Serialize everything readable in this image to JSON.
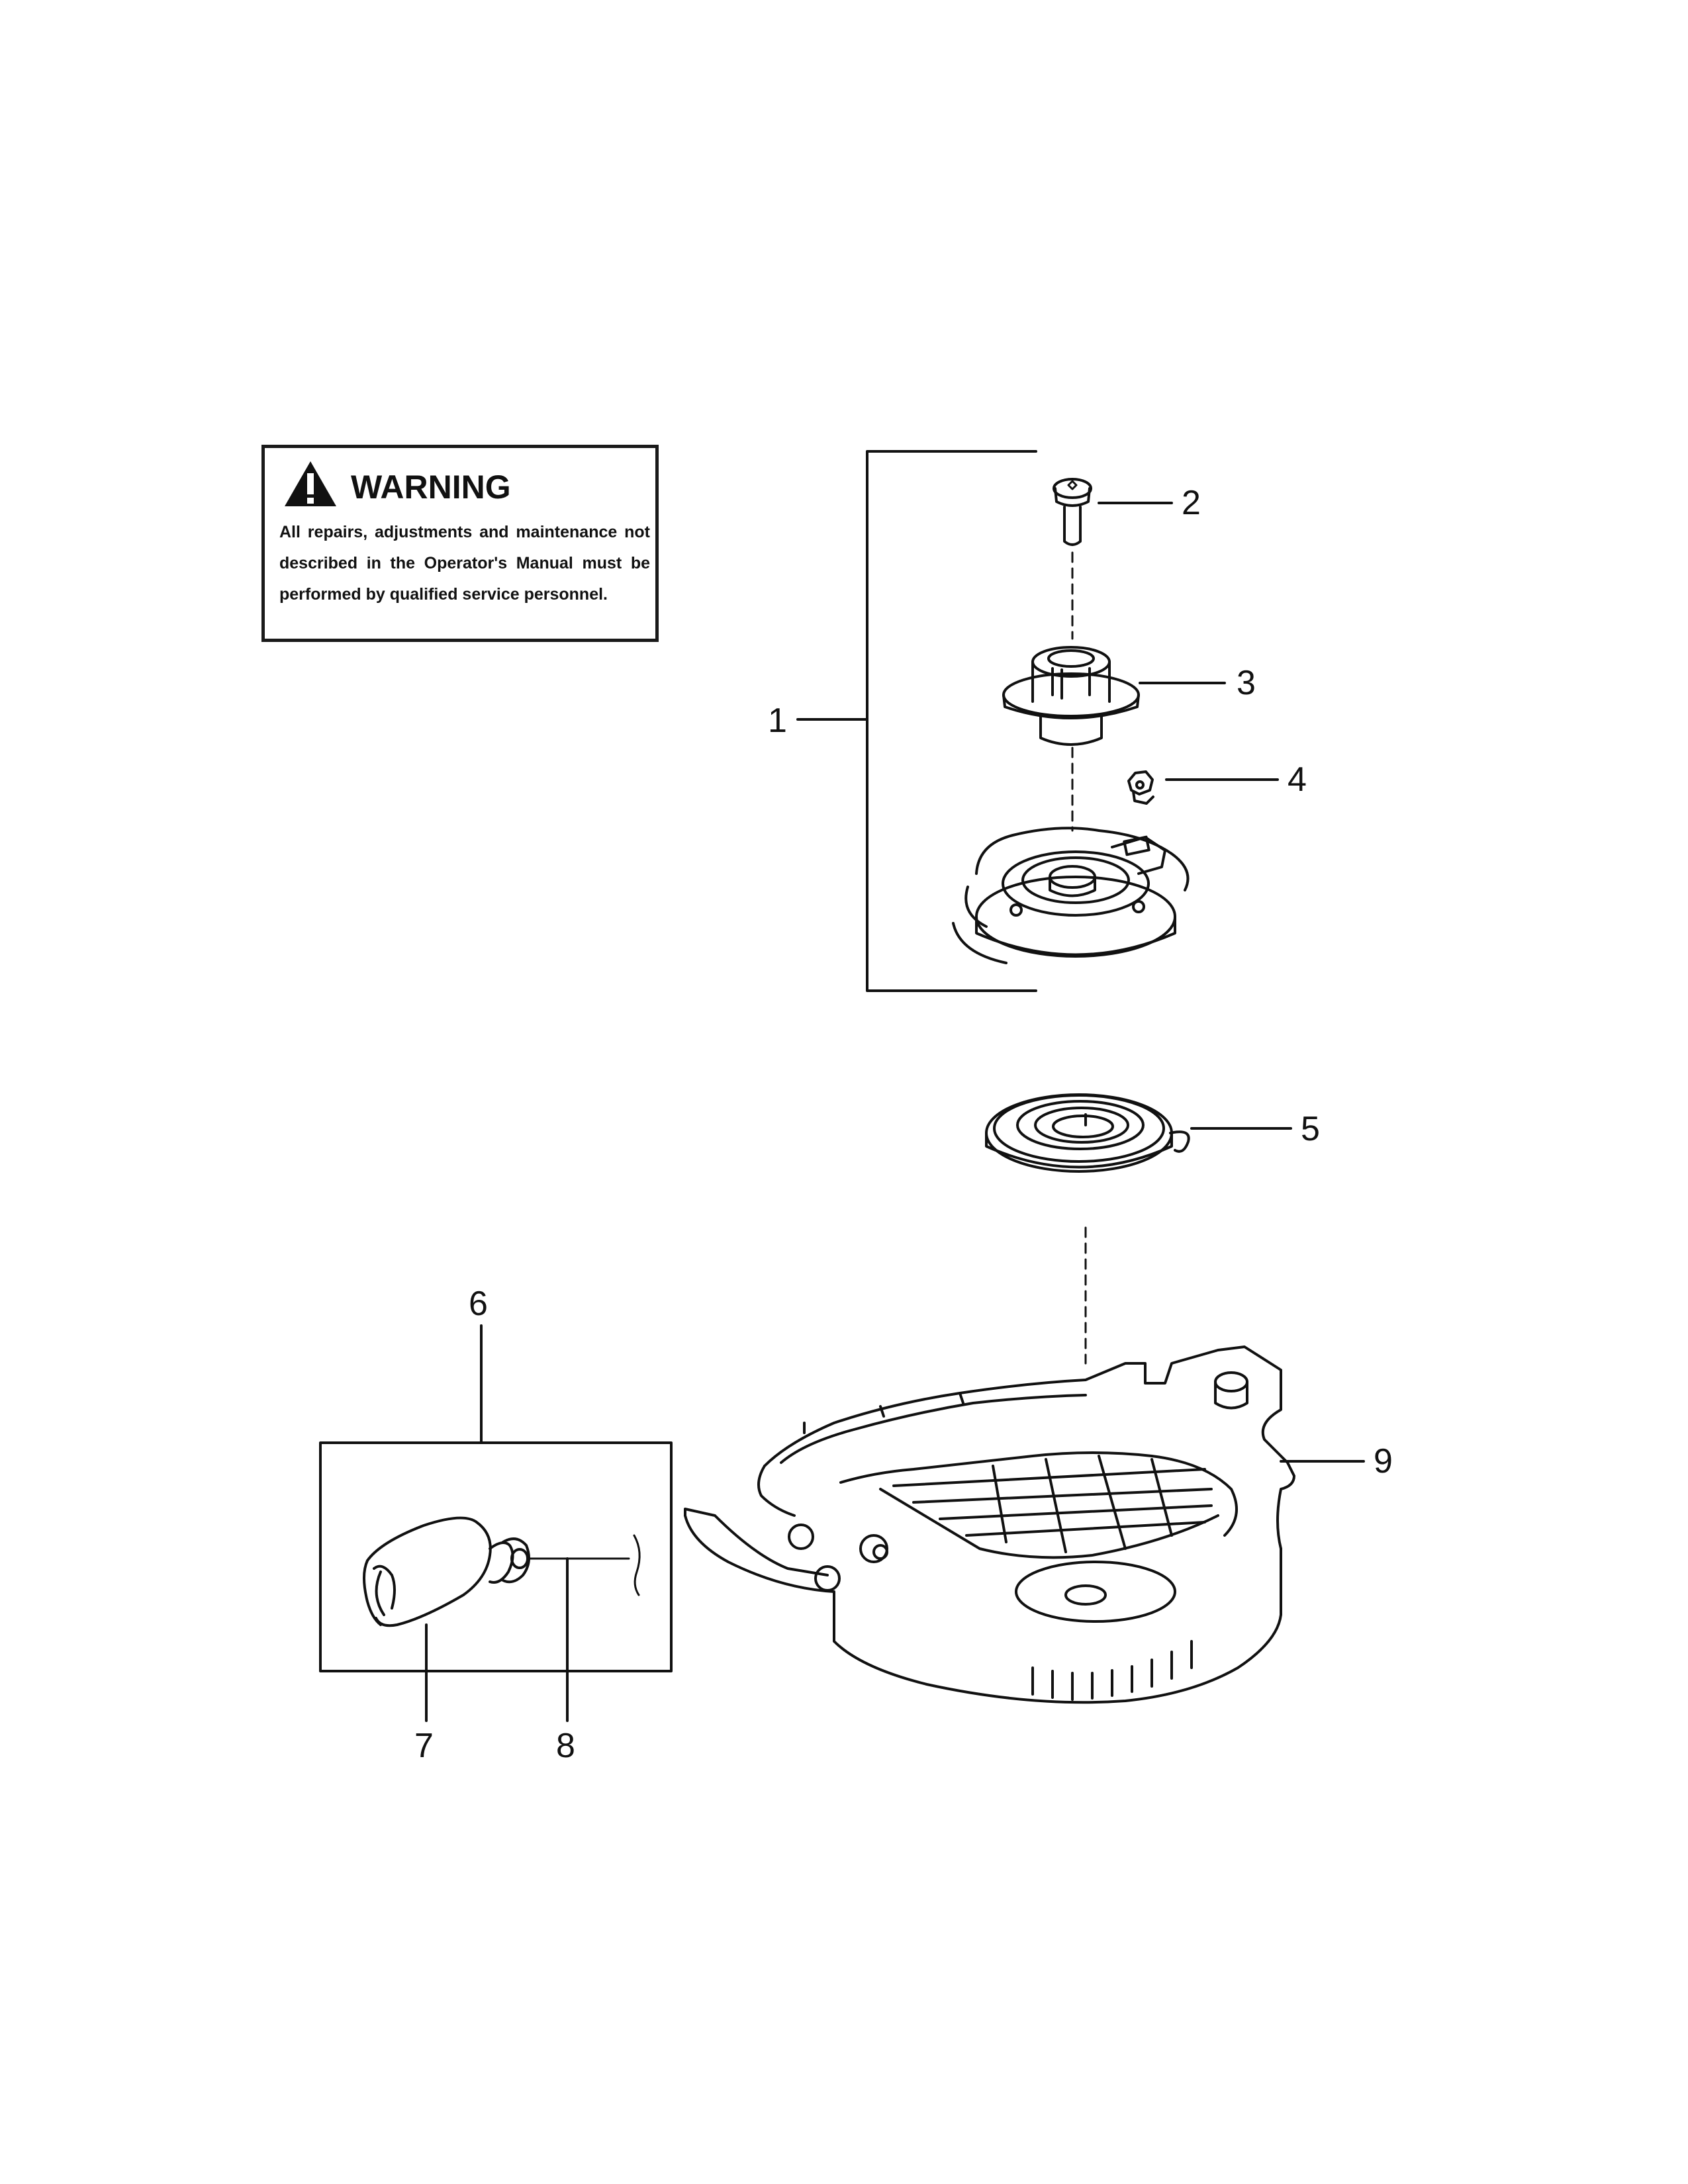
{
  "warning": {
    "title": "WARNING",
    "body": "All repairs, adjustments and maintenance not described in the Operator's Manual must be performed by qualified service personnel."
  },
  "callouts": [
    "1",
    "2",
    "3",
    "4",
    "5",
    "6",
    "7",
    "8",
    "9"
  ]
}
